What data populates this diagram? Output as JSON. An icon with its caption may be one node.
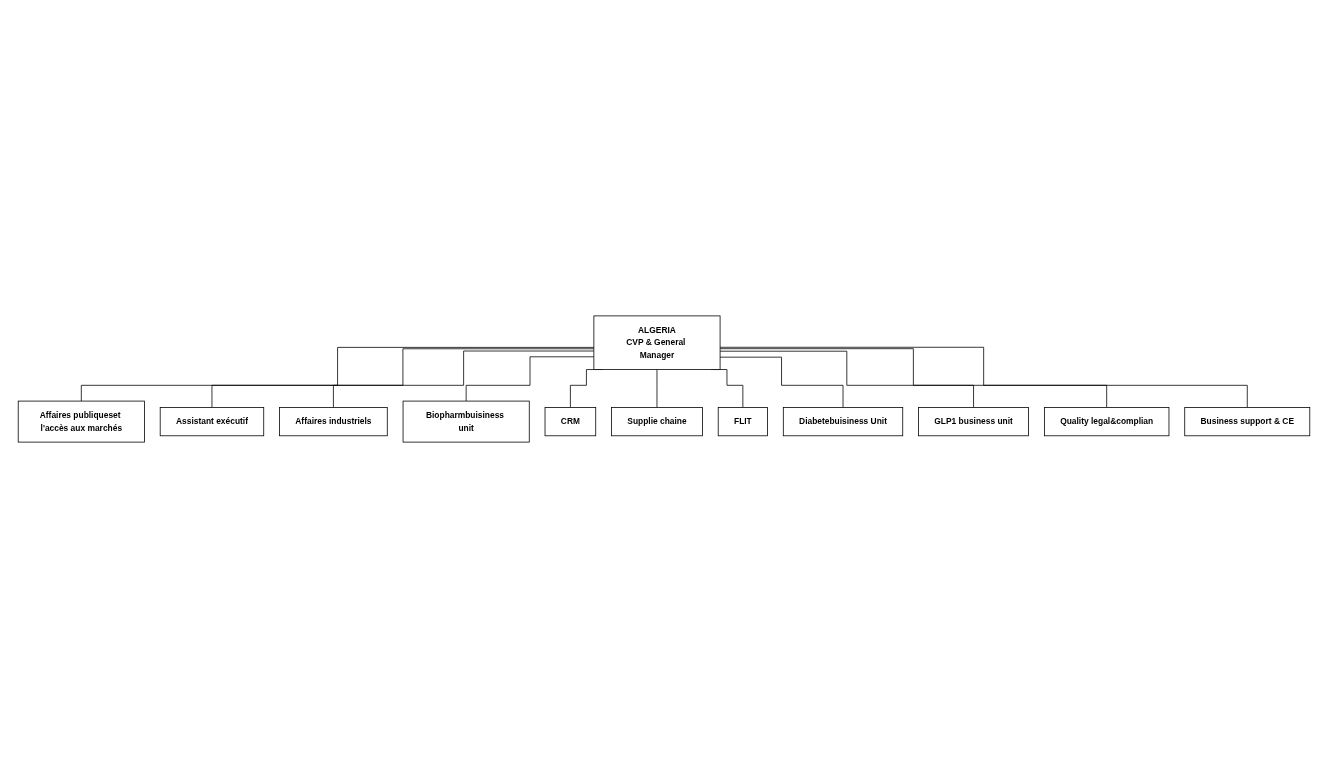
{
  "diagram": {
    "nodes": [
      {
        "text": [
          "ALGERIA",
          "CVP & General Manager"
        ]
      },
      {
        "text": [
          "Affaires publiqueset l'accès aux marchés"
        ]
      },
      {
        "text": [
          "Assistant exécutif"
        ]
      },
      {
        "text": [
          "Affaires industriels"
        ]
      },
      {
        "text": [
          "Biopharmbuisiness unit"
        ]
      },
      {
        "text": [
          "CRM"
        ]
      },
      {
        "text": [
          "Supplie chaine"
        ]
      },
      {
        "text": [
          "FLIT"
        ]
      },
      {
        "text": [
          "Diabetebuisiness Unit"
        ]
      },
      {
        "text": [
          "GLP1 business unit"
        ]
      },
      {
        "text": [
          "Quality legal&complian"
        ]
      },
      {
        "text": [
          "Business support & CE"
        ]
      }
    ],
    "edges": [
      {
        "from": 0,
        "to": 1,
        "arrow": "none"
      },
      {
        "from": 0,
        "to": 2,
        "arrow": "none"
      },
      {
        "from": 0,
        "to": 3,
        "arrow": "none"
      },
      {
        "from": 0,
        "to": 4,
        "arrow": "none"
      },
      {
        "from": 0,
        "to": 5,
        "arrow": "none"
      },
      {
        "from": 0,
        "to": 6,
        "arrow": "none"
      },
      {
        "from": 0,
        "to": 7,
        "arrow": "none"
      },
      {
        "from": 0,
        "to": 8,
        "arrow": "none"
      },
      {
        "from": 0,
        "to": 9,
        "arrow": "none"
      },
      {
        "from": 0,
        "to": 10,
        "arrow": "none"
      },
      {
        "from": 0,
        "to": 11,
        "arrow": "none"
      }
    ]
  }
}
